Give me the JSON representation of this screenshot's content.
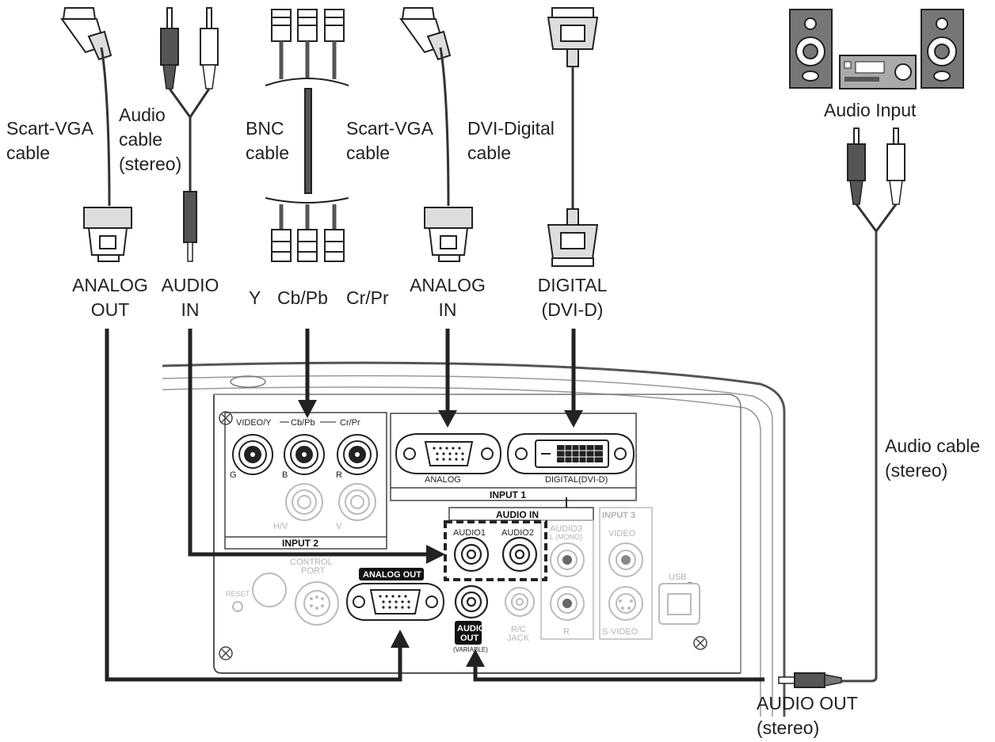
{
  "cables": {
    "scart_vga_left": "Scart-VGA\ncable",
    "audio_stereo_top": "Audio\ncable\n(stereo)",
    "bnc": "BNC\ncable",
    "scart_vga_right": "Scart-VGA\ncable",
    "dvi_digital": "DVI-Digital\ncable",
    "audio_input": "Audio Input",
    "audio_stereo_right": "Audio cable\n(stereo)"
  },
  "source_ports": {
    "analog_out": "ANALOG\nOUT",
    "audio_in": "AUDIO\nIN",
    "y": "Y",
    "cb_pb": "Cb/Pb",
    "cr_pr": "Cr/Pr",
    "analog_in": "ANALOG\nIN",
    "digital_dvi_d": "DIGITAL\n(DVI-D)",
    "audio_out_stereo": "AUDIO OUT\n(stereo)"
  },
  "panel": {
    "video_y": "VIDEO/Y",
    "cb_pb": "Cb/Pb",
    "cr_pr": "Cr/Pr",
    "g": "G",
    "b": "B",
    "r": "R",
    "hv": "H/V",
    "v": "V",
    "input2": "INPUT 2",
    "analog": "ANALOG",
    "digital_dvi_d": "DIGITAL(DVI-D)",
    "input1": "INPUT 1",
    "audio_in": "AUDIO IN",
    "audio1": "AUDIO1",
    "audio2": "AUDIO2",
    "audio3": "AUDIO3",
    "l_mono": "L (MONO)",
    "r_ch": "R",
    "input3": "INPUT 3",
    "video": "VIDEO",
    "s_video": "S-VIDEO",
    "usb": "USB",
    "control_port": "CONTROL\nPORT",
    "reset": "RESET",
    "analog_out": "ANALOG OUT",
    "audio_out": "AUDIO\nOUT",
    "variable": "(VARIABLE)",
    "rc_jack": "R/C\nJACK"
  }
}
